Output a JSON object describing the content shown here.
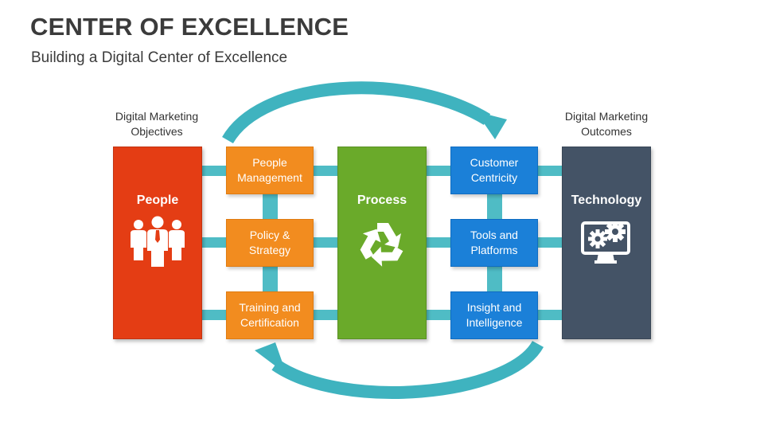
{
  "header": {
    "title": "CENTER OF EXCELLENCE",
    "subtitle": "Building a Digital Center of Excellence"
  },
  "captions": {
    "left": [
      "Digital Marketing",
      "Objectives"
    ],
    "right": [
      "Digital Marketing",
      "Outcomes"
    ]
  },
  "columns": [
    {
      "label": "People",
      "icon": "people-group-icon",
      "color": "#e43d14"
    },
    {
      "label": "Process",
      "icon": "recycle-icon",
      "color": "#6aaa2a"
    },
    {
      "label": "Technology",
      "icon": "monitor-gears-icon",
      "color": "#445366"
    }
  ],
  "left_boxes": [
    {
      "lines": [
        "People",
        "Management"
      ]
    },
    {
      "lines": [
        "Policy &",
        "Strategy"
      ]
    },
    {
      "lines": [
        "Training and",
        "Certification"
      ]
    }
  ],
  "right_boxes": [
    {
      "lines": [
        "Customer",
        "Centricity"
      ]
    },
    {
      "lines": [
        "Tools and",
        "Platforms"
      ]
    },
    {
      "lines": [
        "Insight and",
        "Intelligence"
      ]
    }
  ],
  "colors": {
    "connector": "#4fbcc5",
    "arrow": "#3fb3bf",
    "orange_box": "#f28c1f",
    "blue_box": "#1b80d8",
    "title_text": "#3b3b3b"
  }
}
